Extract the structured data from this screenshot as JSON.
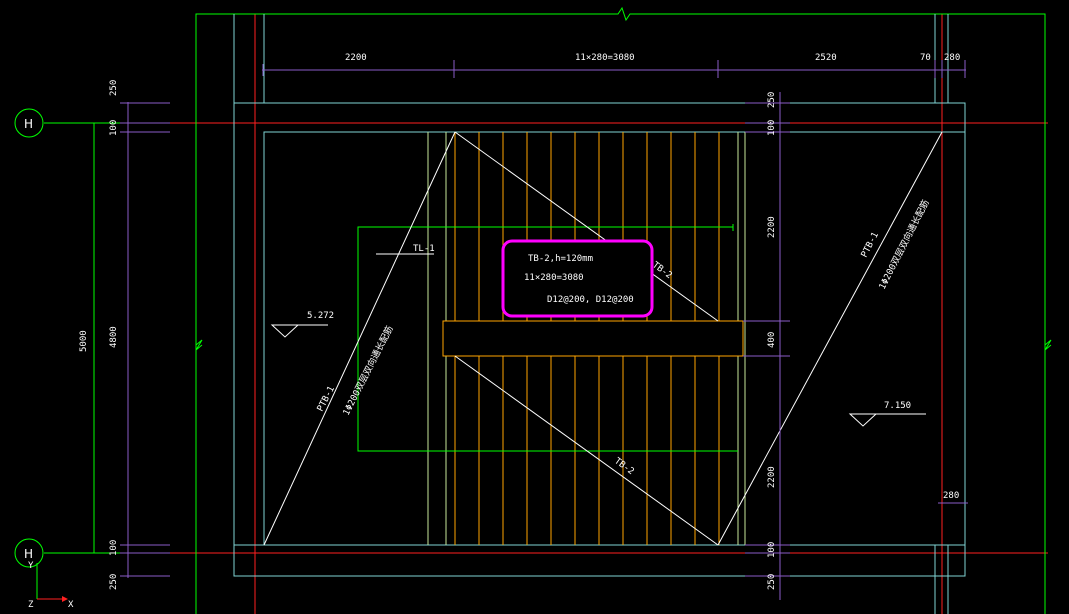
{
  "colors": {
    "background": "#000000",
    "wall_green": "#00ff00",
    "wall_cyan": "#7fd4d4",
    "axis_red": "#ff2020",
    "dimension": "#8a5cc8",
    "stair_orange": "#ffa500",
    "text": "#ffffff",
    "highlight": "#ff00ff",
    "beam_fill": "#000000"
  },
  "top_dimensions": [
    "2200",
    "11×280=3080",
    "2520",
    "70",
    "280"
  ],
  "left_dimensions": {
    "outer": [
      "250",
      "100",
      "4800",
      "100",
      "250"
    ],
    "total": "5000"
  },
  "right_dimensions": [
    "250",
    "100",
    "2200",
    "400",
    "2200",
    "100",
    "250"
  ],
  "right_dim_bottom": "280",
  "axis_bubbles": {
    "top": "H",
    "bottom": "H"
  },
  "labels": {
    "tl": "TL-1",
    "elevation_left": "5.272",
    "elevation_right": "7.150",
    "ptb_left": "PTB-1",
    "ptb_left_note": "1Φ200双层双向通长配筋",
    "ptb_right": "PTB-1",
    "ptb_right_note": "1Φ200双层双向通长配筋",
    "tb_upper": "TB-2",
    "tb_lower": "TB-2"
  },
  "highlight_box": {
    "line1": "TB-2,h=120mm",
    "line2": "11×280=3080",
    "line3": "D12@200,  D12@200"
  },
  "ucs": {
    "y": "Y",
    "x": "X",
    "z": "Z"
  }
}
